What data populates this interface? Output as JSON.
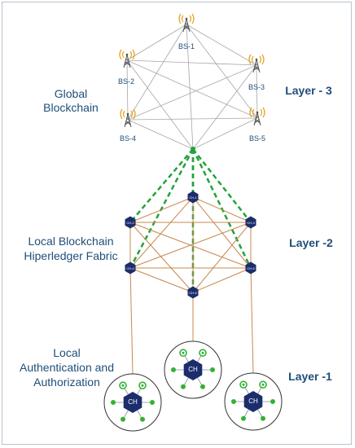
{
  "labels": {
    "global": [
      "Global",
      "Blockchain"
    ],
    "local_blockchain": [
      "Local Blockchain",
      "Hiperledger Fabric"
    ],
    "local_auth": [
      "Local",
      "Authentication and",
      "Authorization"
    ]
  },
  "layers": {
    "layer3": "Layer - 3",
    "layer2": "Layer -2",
    "layer1": "Layer -1"
  },
  "base_stations": [
    "BS-1",
    "BS-2",
    "BS-3",
    "BS-4",
    "BS-5"
  ],
  "cluster_heads_small": [
    "CH-1",
    "CH-2",
    "CH-3",
    "CH-4",
    "CH-5",
    "CH-6"
  ],
  "cluster_heads_large": [
    "CH",
    "CH",
    "CH"
  ],
  "colors": {
    "text": "#1f4e79",
    "mesh_gray": "#a6a6a6",
    "mesh_orange": "#c8884e",
    "dashed_green": "#22a33a",
    "hexagon": "#1b2d6b",
    "sensor": "#33b233"
  }
}
